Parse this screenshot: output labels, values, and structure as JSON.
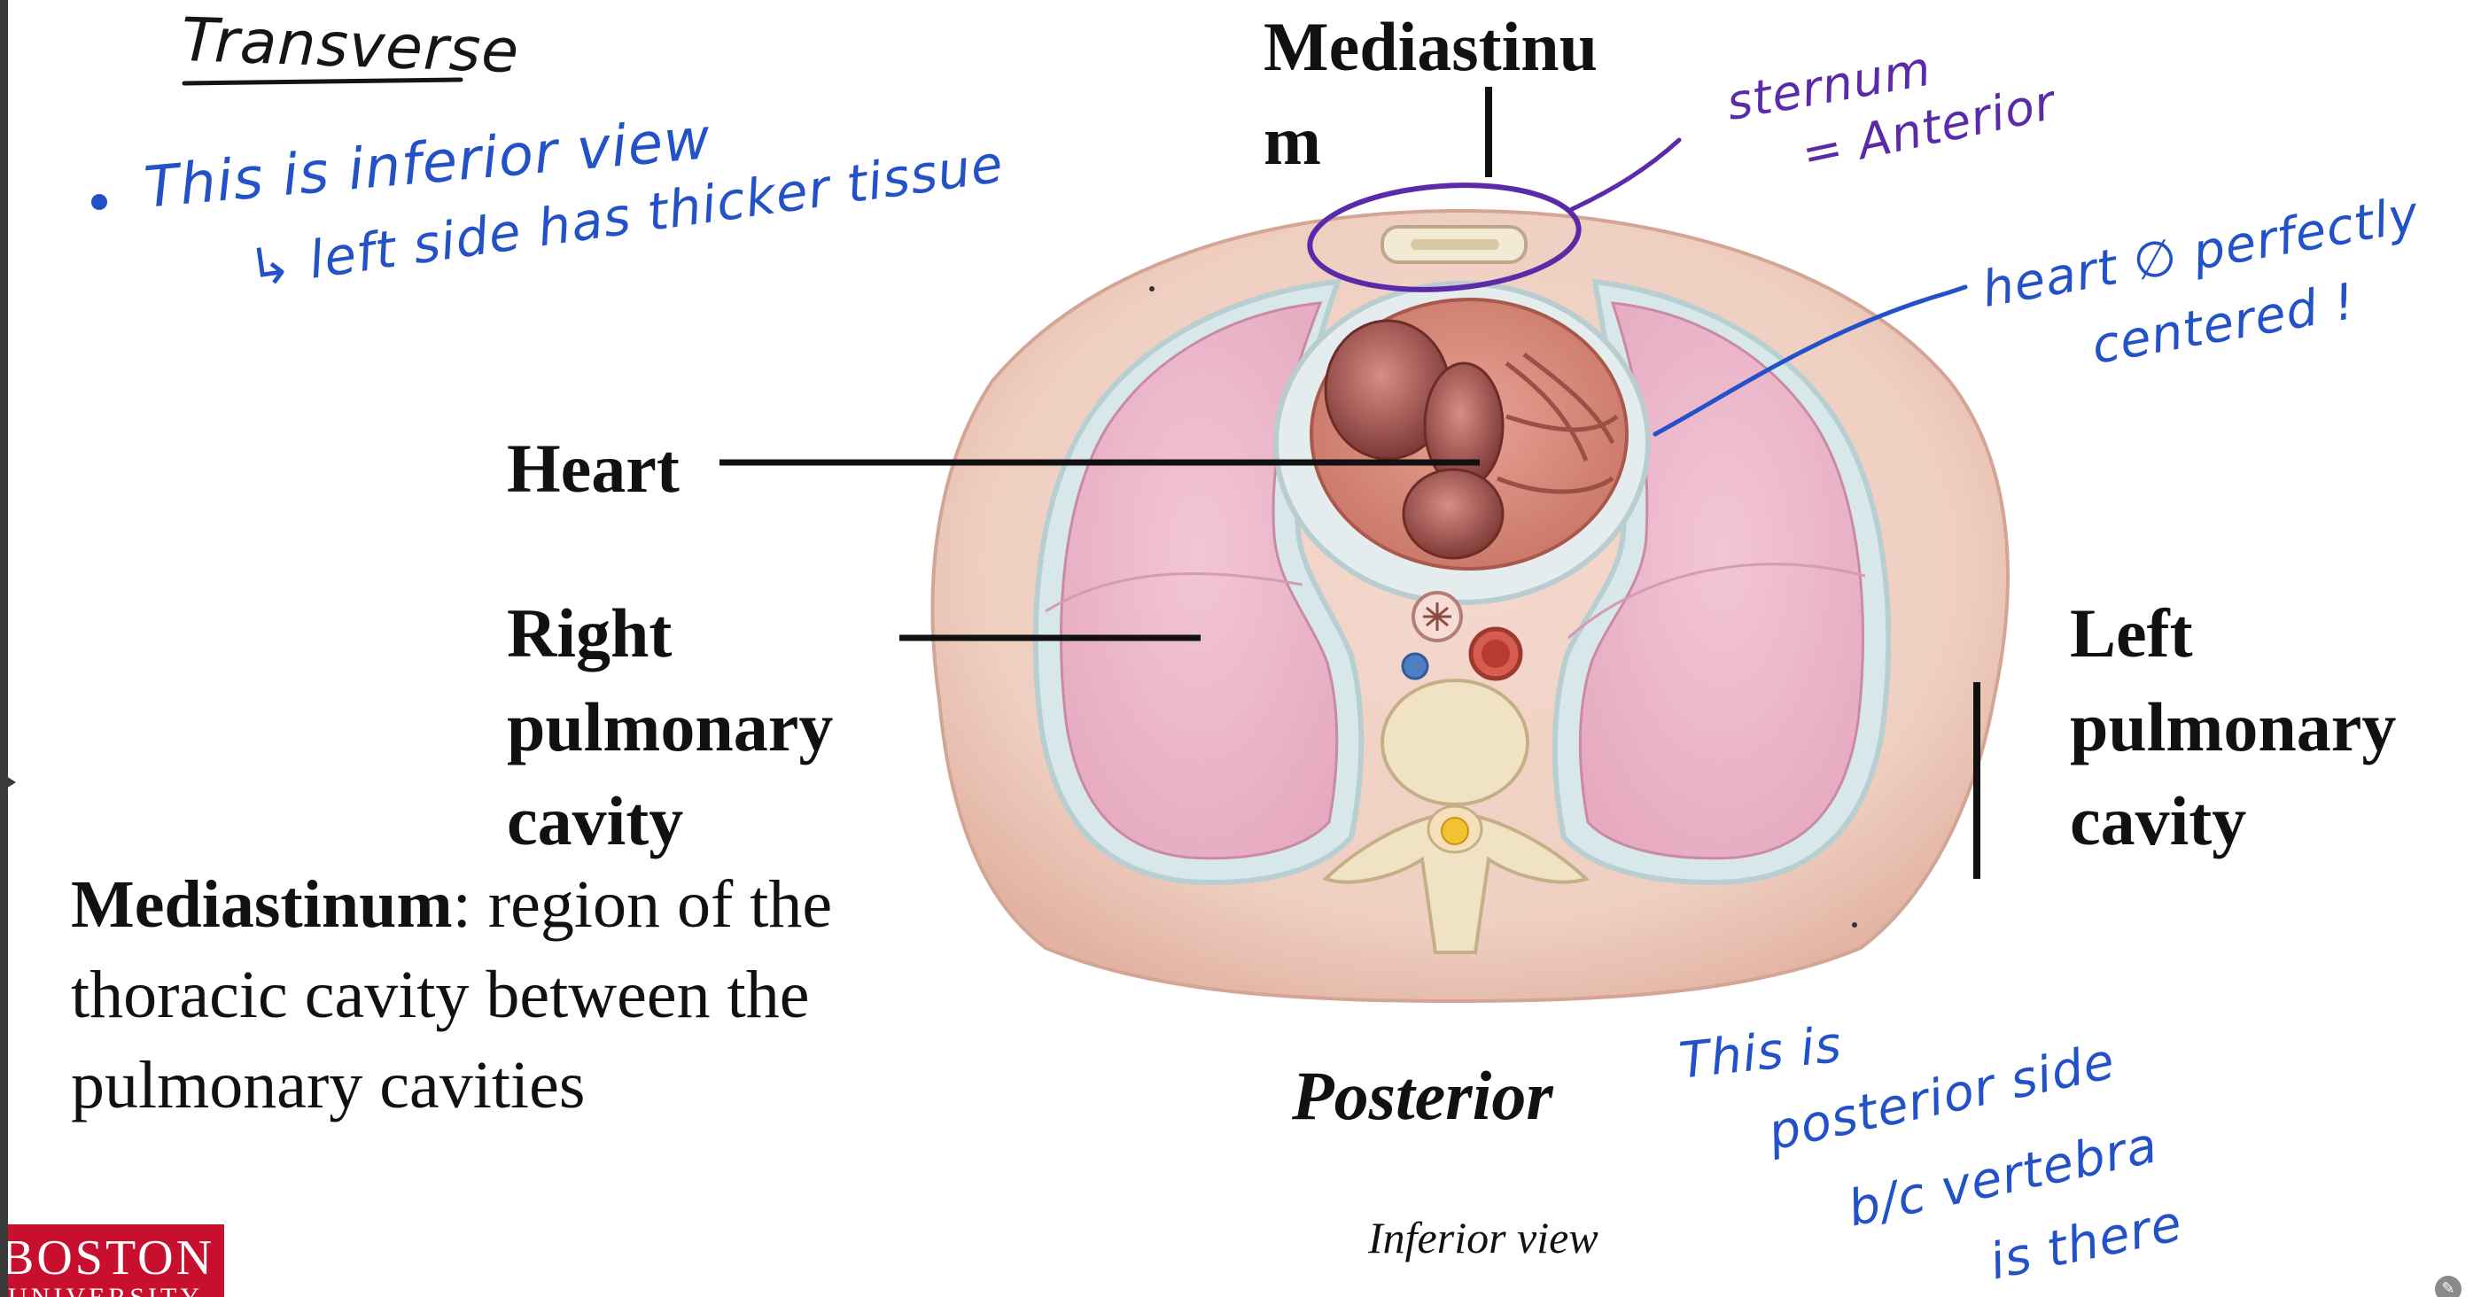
{
  "diagram_title": "Mediastinum",
  "labels": {
    "heart": "Heart",
    "right_cavity": "Right pulmonary cavity",
    "left_cavity": "Left pulmonary cavity",
    "posterior": "Posterior",
    "inferior_view": "Inferior view"
  },
  "definition": {
    "term": "Mediastinum",
    "text": ": region of the thoracic cavity between the pulmonary cavities"
  },
  "notes": {
    "heading": "Transverse",
    "bullet_1": "This is inferior view",
    "bullet_1_sub": "↳ left side has thicker tissue",
    "sternum_1": "sternum",
    "sternum_2": "= Anterior",
    "heart_1": "heart ∅ perfectly",
    "heart_2": "centered !",
    "posterior_1": "This is",
    "posterior_2": "posterior side",
    "posterior_3": "b/c vertebra",
    "posterior_4": "is there"
  },
  "logo": {
    "line1": "BOSTON",
    "line2": "UNIVERSITY"
  },
  "colors": {
    "ink_blue": "#2352c8",
    "ink_purple": "#5b2aa8",
    "logo_red": "#c8102e"
  }
}
